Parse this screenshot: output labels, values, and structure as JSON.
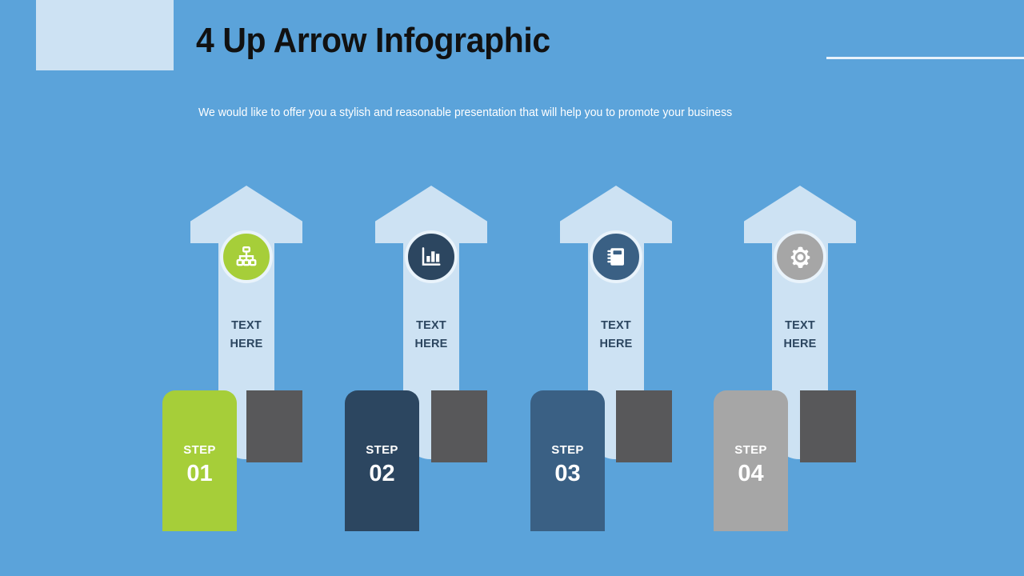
{
  "slide": {
    "background_color": "#5ba3da",
    "title": "4 Up Arrow Infographic",
    "subtitle": "We would like to offer you a stylish and reasonable presentation that will help you to promote your business",
    "decor": {
      "top_left_box_color": "#cde2f3",
      "top_right_rule_color": "#e8f2fb"
    },
    "arrow_color": "#cde2f3",
    "fold_shadow_color": "#58585a",
    "body_text_color": "#2c4660",
    "label_text_color": "#ffffff"
  },
  "steps": [
    {
      "step_label": "STEP",
      "step_number": "01",
      "body_line1": "TEXT",
      "body_line2": "HERE",
      "color": "#a6ce39",
      "icon": "org-chart-icon"
    },
    {
      "step_label": "STEP",
      "step_number": "02",
      "body_line1": "TEXT",
      "body_line2": "HERE",
      "color": "#2c4660",
      "icon": "bar-chart-icon"
    },
    {
      "step_label": "STEP",
      "step_number": "03",
      "body_line1": "TEXT",
      "body_line2": "HERE",
      "color": "#3a6084",
      "icon": "notebook-icon"
    },
    {
      "step_label": "STEP",
      "step_number": "04",
      "body_line1": "TEXT",
      "body_line2": "HERE",
      "color": "#a6a6a6",
      "icon": "gear-icon"
    }
  ]
}
